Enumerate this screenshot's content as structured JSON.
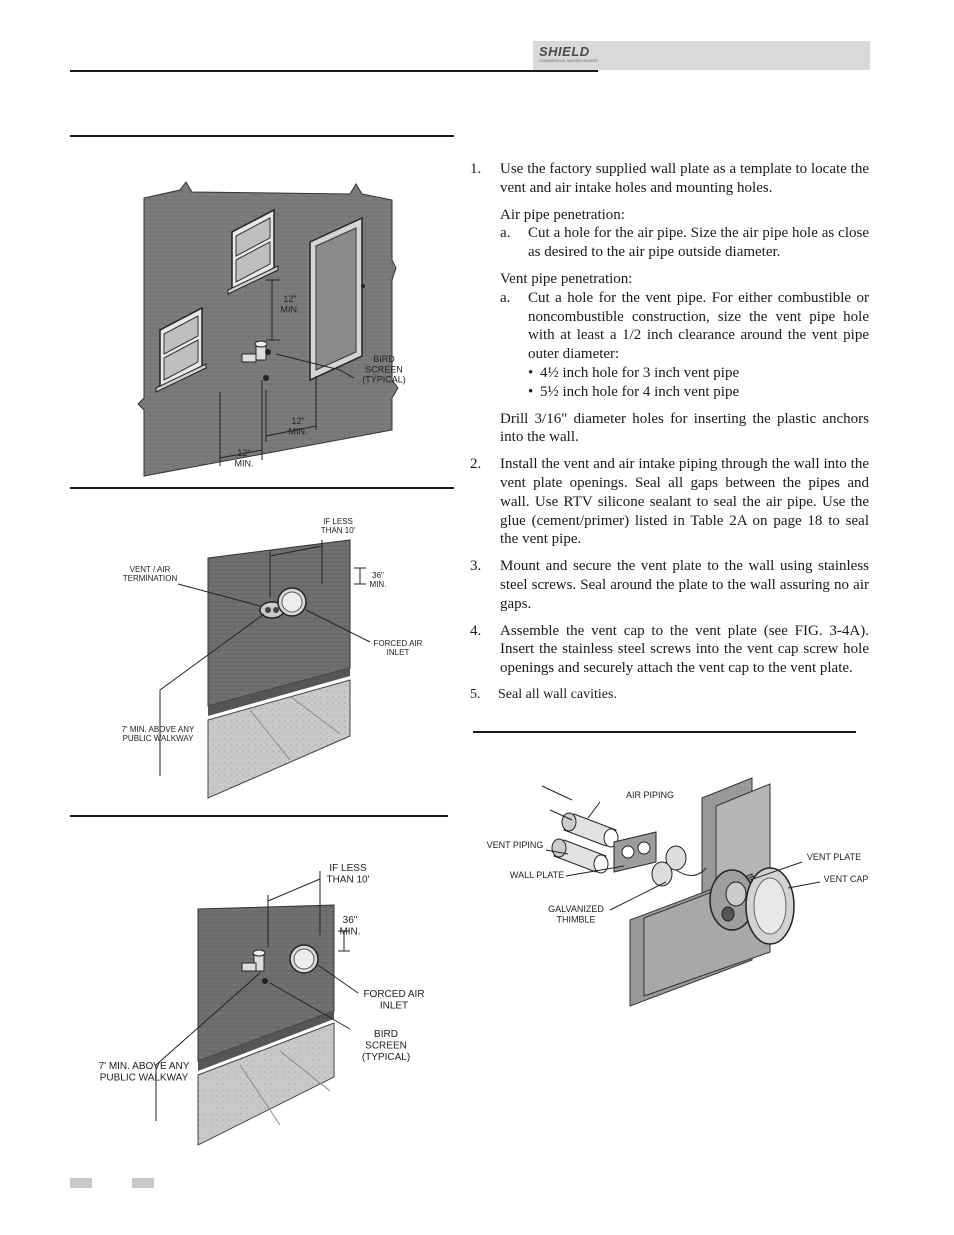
{
  "header": {
    "logo_text": "SHIELD",
    "logo_subtext": "COMMERCIAL WATER HEATER"
  },
  "figures": {
    "fig1": {
      "dim_window_door": "12\"\nMIN.",
      "bird_screen": "BIRD\nSCREEN\n(TYPICAL)",
      "dim_door": "12\"\nMIN.",
      "dim_window": "12\"\nMIN."
    },
    "fig2": {
      "if_less": "IF LESS\nTHAN 10'",
      "vent_air": "VENT / AIR\nTERMINATION",
      "dim_36": "36\"\nMIN.",
      "forced_air": "FORCED AIR\nINLET",
      "walkway": "7' MIN. ABOVE ANY\nPUBLIC WALKWAY"
    },
    "fig3": {
      "if_less": "IF LESS\nTHAN 10'",
      "dim_36": "36\"\nMIN.",
      "forced_air": "FORCED AIR\nINLET",
      "bird_screen": "BIRD\nSCREEN\n(TYPICAL)",
      "walkway": "7' MIN. ABOVE ANY\nPUBLIC WALKWAY"
    },
    "fig4": {
      "air_piping": "AIR PIPING",
      "vent_piping": "VENT PIPING",
      "wall_plate": "WALL PLATE",
      "galvanized": "GALVANIZED\nTHIMBLE",
      "vent_plate": "VENT PLATE",
      "vent_cap": "VENT CAP"
    }
  },
  "steps": [
    {
      "num": "1.",
      "text": "Use the factory supplied wall plate as a template to locate the vent and air intake holes and mounting holes.",
      "air_heading": "Air pipe penetration:",
      "air_a_num": "a.",
      "air_a_text": "Cut a hole for the air pipe. Size the air pipe hole as close as desired to the air pipe outside diameter.",
      "vent_heading": "Vent pipe penetration:",
      "vent_a_num": "a.",
      "vent_a_text": "Cut a hole for the vent pipe. For either combustible or noncombustible construction, size the vent pipe hole with at least a 1/2 inch clearance around the vent pipe outer diameter:",
      "bullet_1": "4½ inch hole for 3 inch vent pipe",
      "bullet_2": "5½ inch hole for 4 inch vent pipe",
      "drill": "Drill 3/16\" diameter holes for inserting the plastic anchors into the wall."
    },
    {
      "num": "2.",
      "text": "Install the vent and air intake piping through the wall into the vent plate openings. Seal all gaps between the pipes and wall. Use RTV silicone sealant to seal the air pipe. Use the glue (cement/primer) listed in Table 2A on page 18 to seal the vent pipe."
    },
    {
      "num": "3.",
      "text": "Mount and secure the vent plate to the wall using stainless steel screws. Seal around the plate to the wall assuring no air gaps."
    },
    {
      "num": "4.",
      "text": "Assemble the vent cap to the vent plate (see FIG. 3-4A). Insert the stainless steel screws into the vent cap screw hole openings and securely attach the vent cap to the vent plate."
    },
    {
      "num": "5.",
      "text": "Seal all wall cavities."
    }
  ],
  "bullet_glyph": "•"
}
